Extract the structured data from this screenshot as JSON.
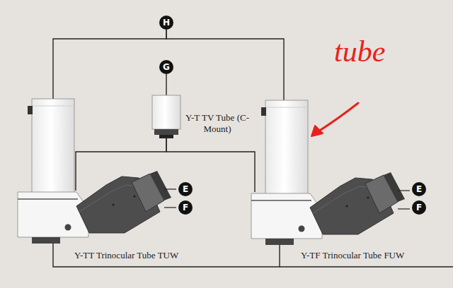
{
  "diagram": {
    "nodes": [
      {
        "text": [
          "H"
        ]
      },
      {
        "text": [
          "G"
        ]
      },
      {
        "text": [
          "Y-T TV Tube (C-Mount)"
        ]
      },
      {
        "text": [
          "Y-TT Trinocular Tube TUW"
        ]
      },
      {
        "text": [
          "E"
        ]
      },
      {
        "text": [
          "F"
        ]
      },
      {
        "text": [
          "Y-TF Trinocular Tube FUW"
        ]
      },
      {
        "text": [
          "E"
        ]
      },
      {
        "text": [
          "F"
        ]
      }
    ],
    "edges": [
      {
        "from": 0,
        "to": 3,
        "arrow": "none"
      },
      {
        "from": 0,
        "to": 6,
        "arrow": "none"
      },
      {
        "from": 1,
        "to": 2,
        "arrow": "none"
      },
      {
        "from": 2,
        "to": 3,
        "arrow": "none"
      },
      {
        "from": 2,
        "to": 6,
        "arrow": "none"
      },
      {
        "from": 3,
        "to": 6,
        "arrow": "none"
      }
    ],
    "labels": [
      "tube"
    ]
  }
}
